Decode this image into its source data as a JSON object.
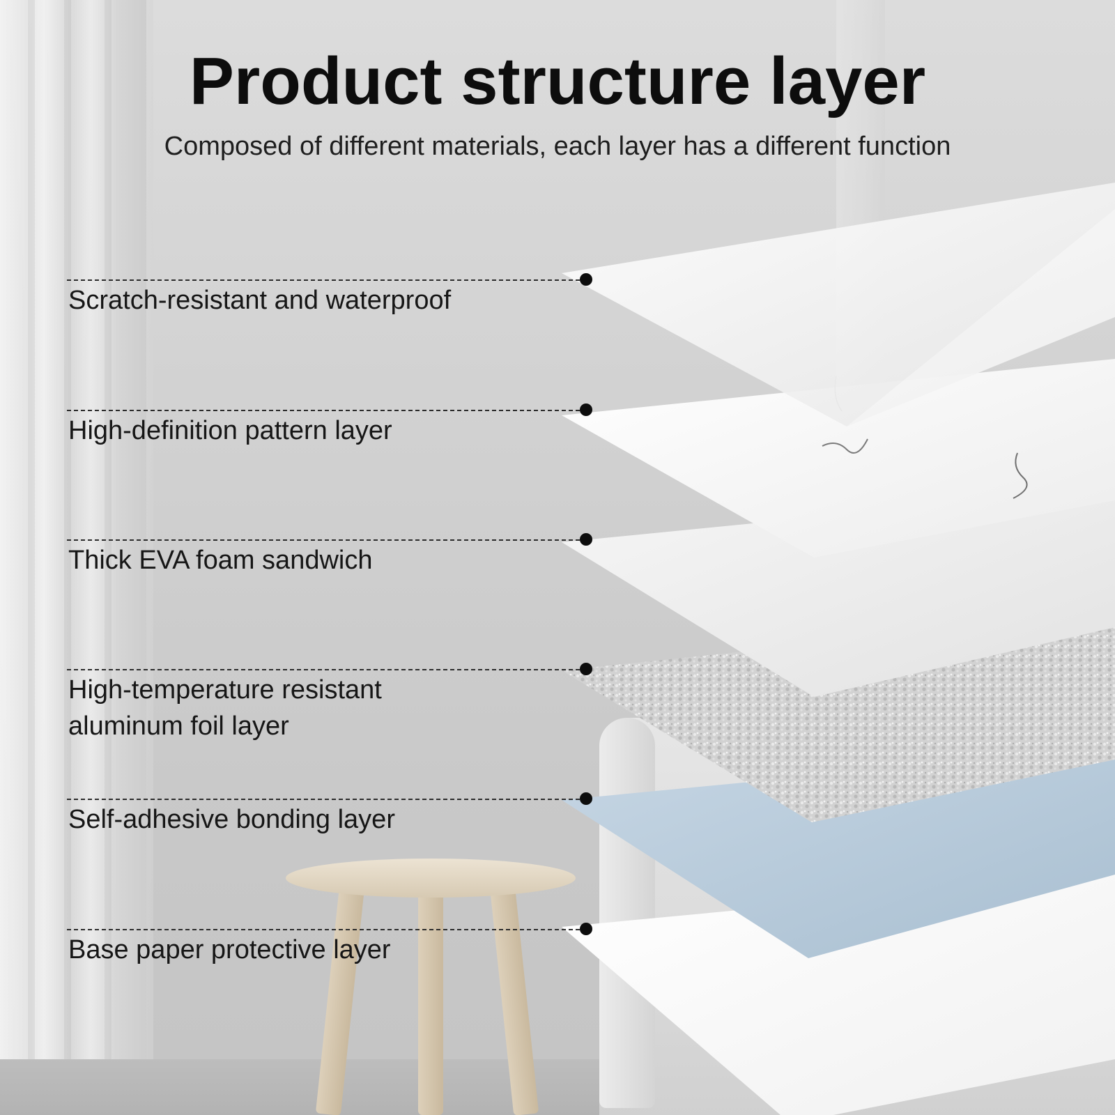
{
  "title": "Product structure layer",
  "subtitle": "Composed of different materials, each layer has a different function",
  "layers": [
    {
      "label": "Scratch-resistant and waterproof",
      "color": "#f4f4f4"
    },
    {
      "label": "High-definition pattern layer",
      "color": "#fafafa"
    },
    {
      "label": "Thick EVA foam sandwich",
      "color": "#eeeeee"
    },
    {
      "label": "High-temperature resistant\naluminum foil layer",
      "color": "#c9c9c9"
    },
    {
      "label": "Self-adhesive bonding layer",
      "color": "#b5c8d8"
    },
    {
      "label": "Base paper protective layer",
      "color": "#ffffff"
    }
  ]
}
